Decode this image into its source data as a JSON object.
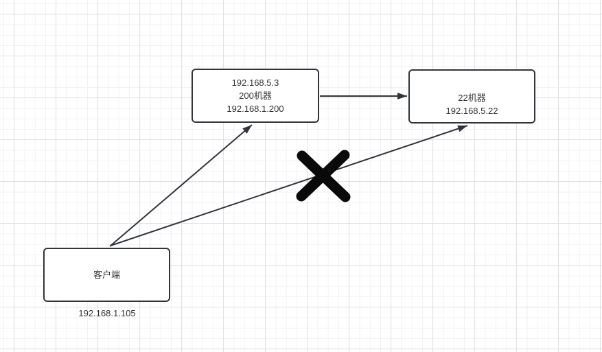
{
  "canvas": {
    "background": "#ffffff",
    "grid_minor_color": "#f2f2f4",
    "grid_major_color": "#e2e2e6",
    "stroke_color": "#2f353b",
    "node_fill_color": "#ffffff",
    "text_color": "#333333",
    "cross_color": "#0a0a0a"
  },
  "icons": {
    "blocked_cross": "✕"
  },
  "nodes": {
    "relay": {
      "line1": "192.168.5.3",
      "line2": "200机器",
      "line3": "192.168.1.200"
    },
    "target": {
      "line1": "22机器",
      "line2": "192.168.5.22"
    },
    "client": {
      "label": "客户端",
      "ip_caption": "192.168.1.105"
    }
  }
}
